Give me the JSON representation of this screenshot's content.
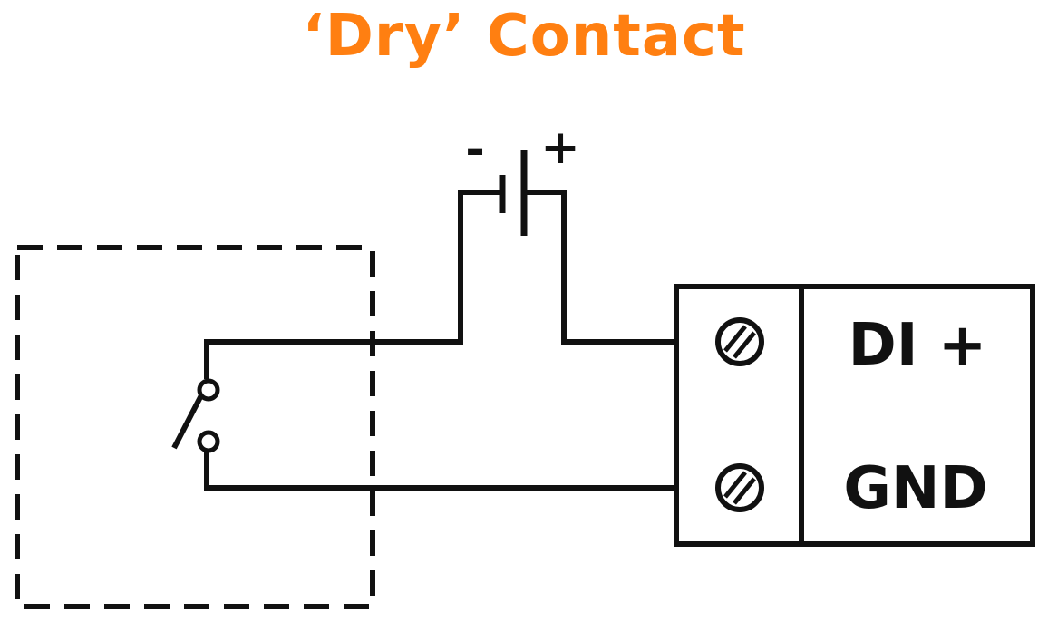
{
  "title": "‘Dry’ Contact",
  "colors": {
    "title": "#ff7f11",
    "line": "#111111",
    "background": "#ffffff"
  },
  "battery": {
    "minus_label": "-",
    "plus_label": "+"
  },
  "terminal_block": {
    "terminals": [
      {
        "label": "DI +",
        "screw_icon": "screw-terminal-icon"
      },
      {
        "label": "GND",
        "screw_icon": "screw-terminal-icon"
      }
    ]
  },
  "icons": {
    "switch": "switch-icon",
    "battery": "battery-icon",
    "enclosure": "dashed-enclosure"
  }
}
